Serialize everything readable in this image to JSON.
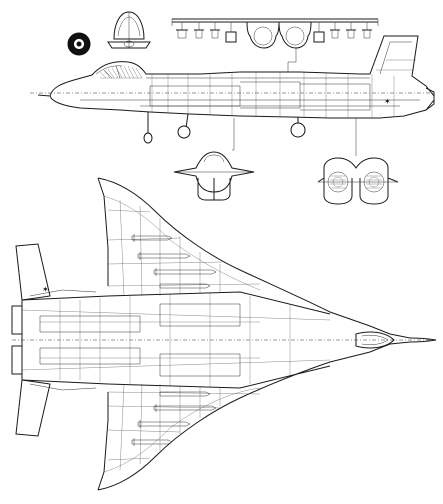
{
  "drawing": {
    "views": [
      "front-view",
      "side-view",
      "top-view",
      "rear-view",
      "cross-section-forward",
      "cross-section-intakes"
    ],
    "colors": {
      "line": "#1a1a1a",
      "background": "#ffffff"
    },
    "icons": {
      "roundel": "roundel-icon",
      "star": "star-icon"
    }
  }
}
